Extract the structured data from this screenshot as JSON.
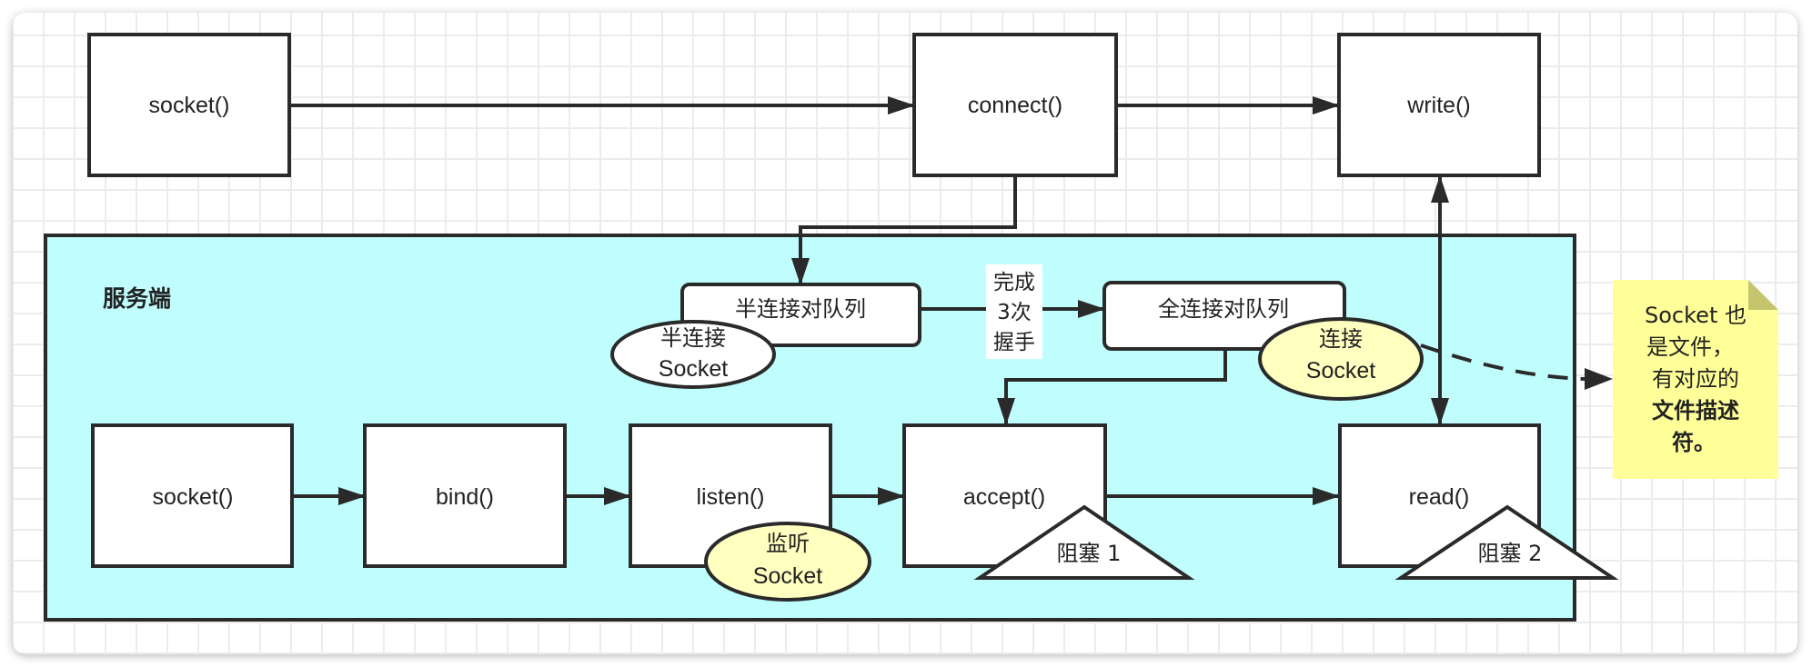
{
  "diagram": {
    "type": "flowchart",
    "title": "TCP socket 客户端/服务端调用流程",
    "colors": {
      "server_panel": "#C0FEFE",
      "ellipse_fill": "#FFFFC0",
      "note_fill": "#FFFF99",
      "note_fold": "#C4C46C",
      "stroke": "#2A2A2A",
      "box_fill": "#FFFFFF"
    },
    "client": {
      "socket": "socket()",
      "connect": "connect()",
      "write": "write()"
    },
    "server": {
      "label": "服务端",
      "socket": "socket()",
      "bind": "bind()",
      "listen": "listen()",
      "accept": "accept()",
      "read": "read()",
      "half_queue": "半连接对队列",
      "full_queue": "全连接对队列",
      "handshake_label": [
        "完成",
        "3次",
        "握手"
      ],
      "half_socket": [
        "半连接",
        "Socket"
      ],
      "conn_socket": [
        "连接",
        "Socket"
      ],
      "listen_socket": [
        "监听",
        "Socket"
      ],
      "block1": "阻塞 1",
      "block2": "阻塞 2"
    },
    "note": {
      "lines": [
        "Socket 也",
        "是文件，",
        "有对应的"
      ],
      "bold_lines": [
        "文件描述",
        "符。"
      ]
    },
    "edges": [
      {
        "from": "client.socket",
        "to": "client.connect"
      },
      {
        "from": "client.connect",
        "to": "client.write"
      },
      {
        "from": "client.connect",
        "to": "server.half_queue"
      },
      {
        "from": "server.half_queue",
        "to": "server.full_queue",
        "label": "完成3次握手"
      },
      {
        "from": "server.full_queue",
        "to": "server.accept"
      },
      {
        "from": "server.socket",
        "to": "server.bind"
      },
      {
        "from": "server.bind",
        "to": "server.listen"
      },
      {
        "from": "server.listen",
        "to": "server.accept"
      },
      {
        "from": "server.accept",
        "to": "server.read"
      },
      {
        "from": "client.write",
        "to": "server.read",
        "bidirectional": true
      },
      {
        "from": "server.conn_socket",
        "to": "note",
        "style": "dashed"
      }
    ]
  }
}
